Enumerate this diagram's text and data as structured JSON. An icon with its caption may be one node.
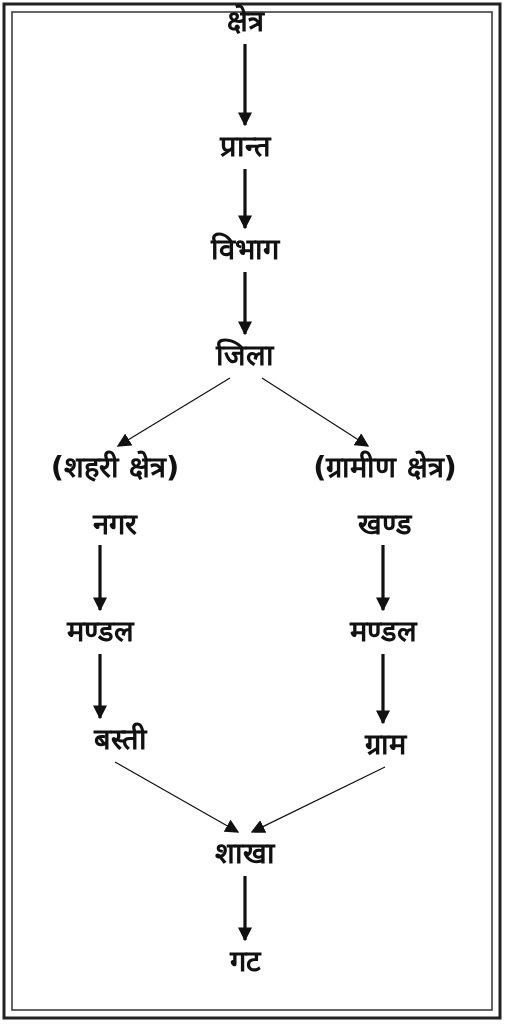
{
  "diagram": {
    "nodes": [
      {
        "text": [
          "क्षेत्र"
        ]
      },
      {
        "text": [
          "प्रान्त"
        ]
      },
      {
        "text": [
          "विभाग"
        ]
      },
      {
        "text": [
          "जिला"
        ]
      },
      {
        "text": [
          "(शहरी क्षेत्र)",
          "नगर"
        ]
      },
      {
        "text": [
          "(ग्रामीण क्षेत्र)",
          "खण्ड"
        ]
      },
      {
        "text": [
          "मण्डल"
        ]
      },
      {
        "text": [
          "मण्डल"
        ]
      },
      {
        "text": [
          "बस्ती"
        ]
      },
      {
        "text": [
          "ग्राम"
        ]
      },
      {
        "text": [
          "शाखा"
        ]
      },
      {
        "text": [
          "गट"
        ]
      }
    ],
    "edges": [
      {
        "from": 0,
        "to": 1,
        "arrow": "to"
      },
      {
        "from": 1,
        "to": 2,
        "arrow": "to"
      },
      {
        "from": 2,
        "to": 3,
        "arrow": "to"
      },
      {
        "from": 3,
        "to": 4,
        "arrow": "to"
      },
      {
        "from": 3,
        "to": 5,
        "arrow": "to"
      },
      {
        "from": 4,
        "to": 6,
        "arrow": "to"
      },
      {
        "from": 6,
        "to": 8,
        "arrow": "to"
      },
      {
        "from": 5,
        "to": 7,
        "arrow": "to"
      },
      {
        "from": 7,
        "to": 9,
        "arrow": "to"
      },
      {
        "from": 8,
        "to": 10,
        "arrow": "to"
      },
      {
        "from": 9,
        "to": 10,
        "arrow": "to"
      },
      {
        "from": 10,
        "to": 11,
        "arrow": "to"
      }
    ]
  }
}
